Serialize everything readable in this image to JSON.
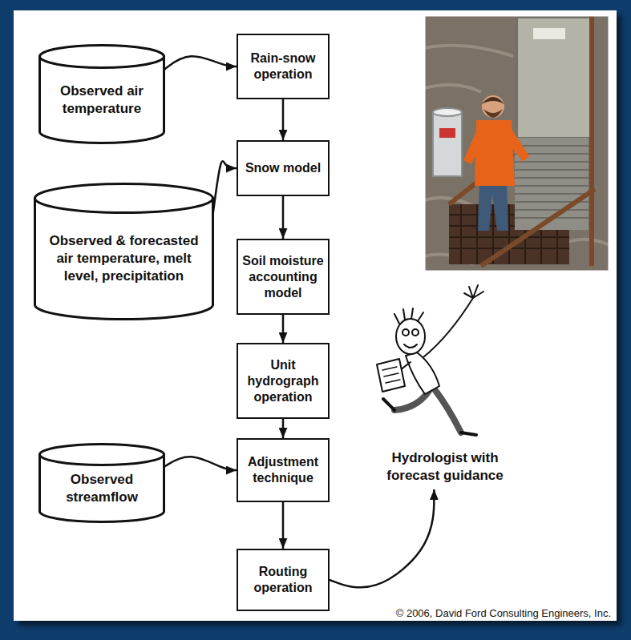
{
  "diagram": {
    "nodes": [
      {
        "text": [
          "Rain-snow operation"
        ]
      },
      {
        "text": [
          "Observed air temperature"
        ]
      },
      {
        "text": [
          "Snow model"
        ]
      },
      {
        "text": [
          "Observed & forecasted air temperature, melt level, precipitation"
        ]
      },
      {
        "text": [
          "Soil moisture accounting model"
        ]
      },
      {
        "text": [
          "Unit hydrograph operation"
        ]
      },
      {
        "text": [
          "Observed streamflow"
        ]
      },
      {
        "text": [
          "Adjustment technique"
        ]
      },
      {
        "text": [
          "Hydrologist with forecast guidance"
        ]
      },
      {
        "text": [
          "Routing operation"
        ]
      }
    ],
    "edges": [
      {
        "from": 1,
        "to": 0,
        "arrow": "to"
      },
      {
        "from": 0,
        "to": 2,
        "arrow": "to"
      },
      {
        "from": 3,
        "to": 2,
        "arrow": "to"
      },
      {
        "from": 2,
        "to": 4,
        "arrow": "to"
      },
      {
        "from": 4,
        "to": 5,
        "arrow": "to"
      },
      {
        "from": 5,
        "to": 7,
        "arrow": "to"
      },
      {
        "from": 6,
        "to": 7,
        "arrow": "to"
      },
      {
        "from": 7,
        "to": 9,
        "arrow": "to"
      },
      {
        "from": 9,
        "to": 8,
        "arrow": "to"
      }
    ],
    "labels": [
      "© 2006, David Ford Consulting Engineers, Inc."
    ]
  }
}
